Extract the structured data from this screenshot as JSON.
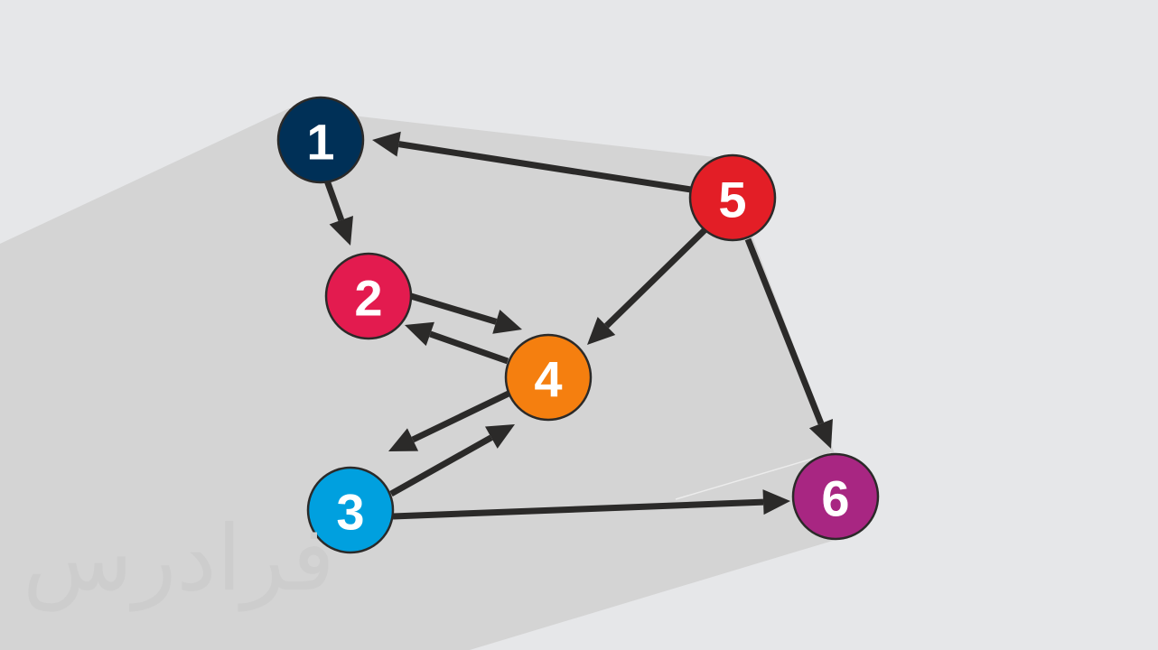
{
  "graph": {
    "directed": true,
    "nodes": [
      {
        "id": "1",
        "label": "1",
        "color": "#003057"
      },
      {
        "id": "2",
        "label": "2",
        "color": "#e31b4f"
      },
      {
        "id": "3",
        "label": "3",
        "color": "#00a0df"
      },
      {
        "id": "4",
        "label": "4",
        "color": "#f57f0f"
      },
      {
        "id": "5",
        "label": "5",
        "color": "#e31e26"
      },
      {
        "id": "6",
        "label": "6",
        "color": "#a82682"
      }
    ],
    "edges": [
      {
        "from": "5",
        "to": "1"
      },
      {
        "from": "1",
        "to": "2"
      },
      {
        "from": "2",
        "to": "4"
      },
      {
        "from": "4",
        "to": "2"
      },
      {
        "from": "4",
        "to": "3"
      },
      {
        "from": "3",
        "to": "4"
      },
      {
        "from": "5",
        "to": "4"
      },
      {
        "from": "5",
        "to": "6"
      },
      {
        "from": "3",
        "to": "6"
      }
    ]
  },
  "colors": {
    "background": "#e6e7e9",
    "shadow": "#d4d4d4",
    "edge": "#2b2a29"
  },
  "watermark": "فرادرس"
}
